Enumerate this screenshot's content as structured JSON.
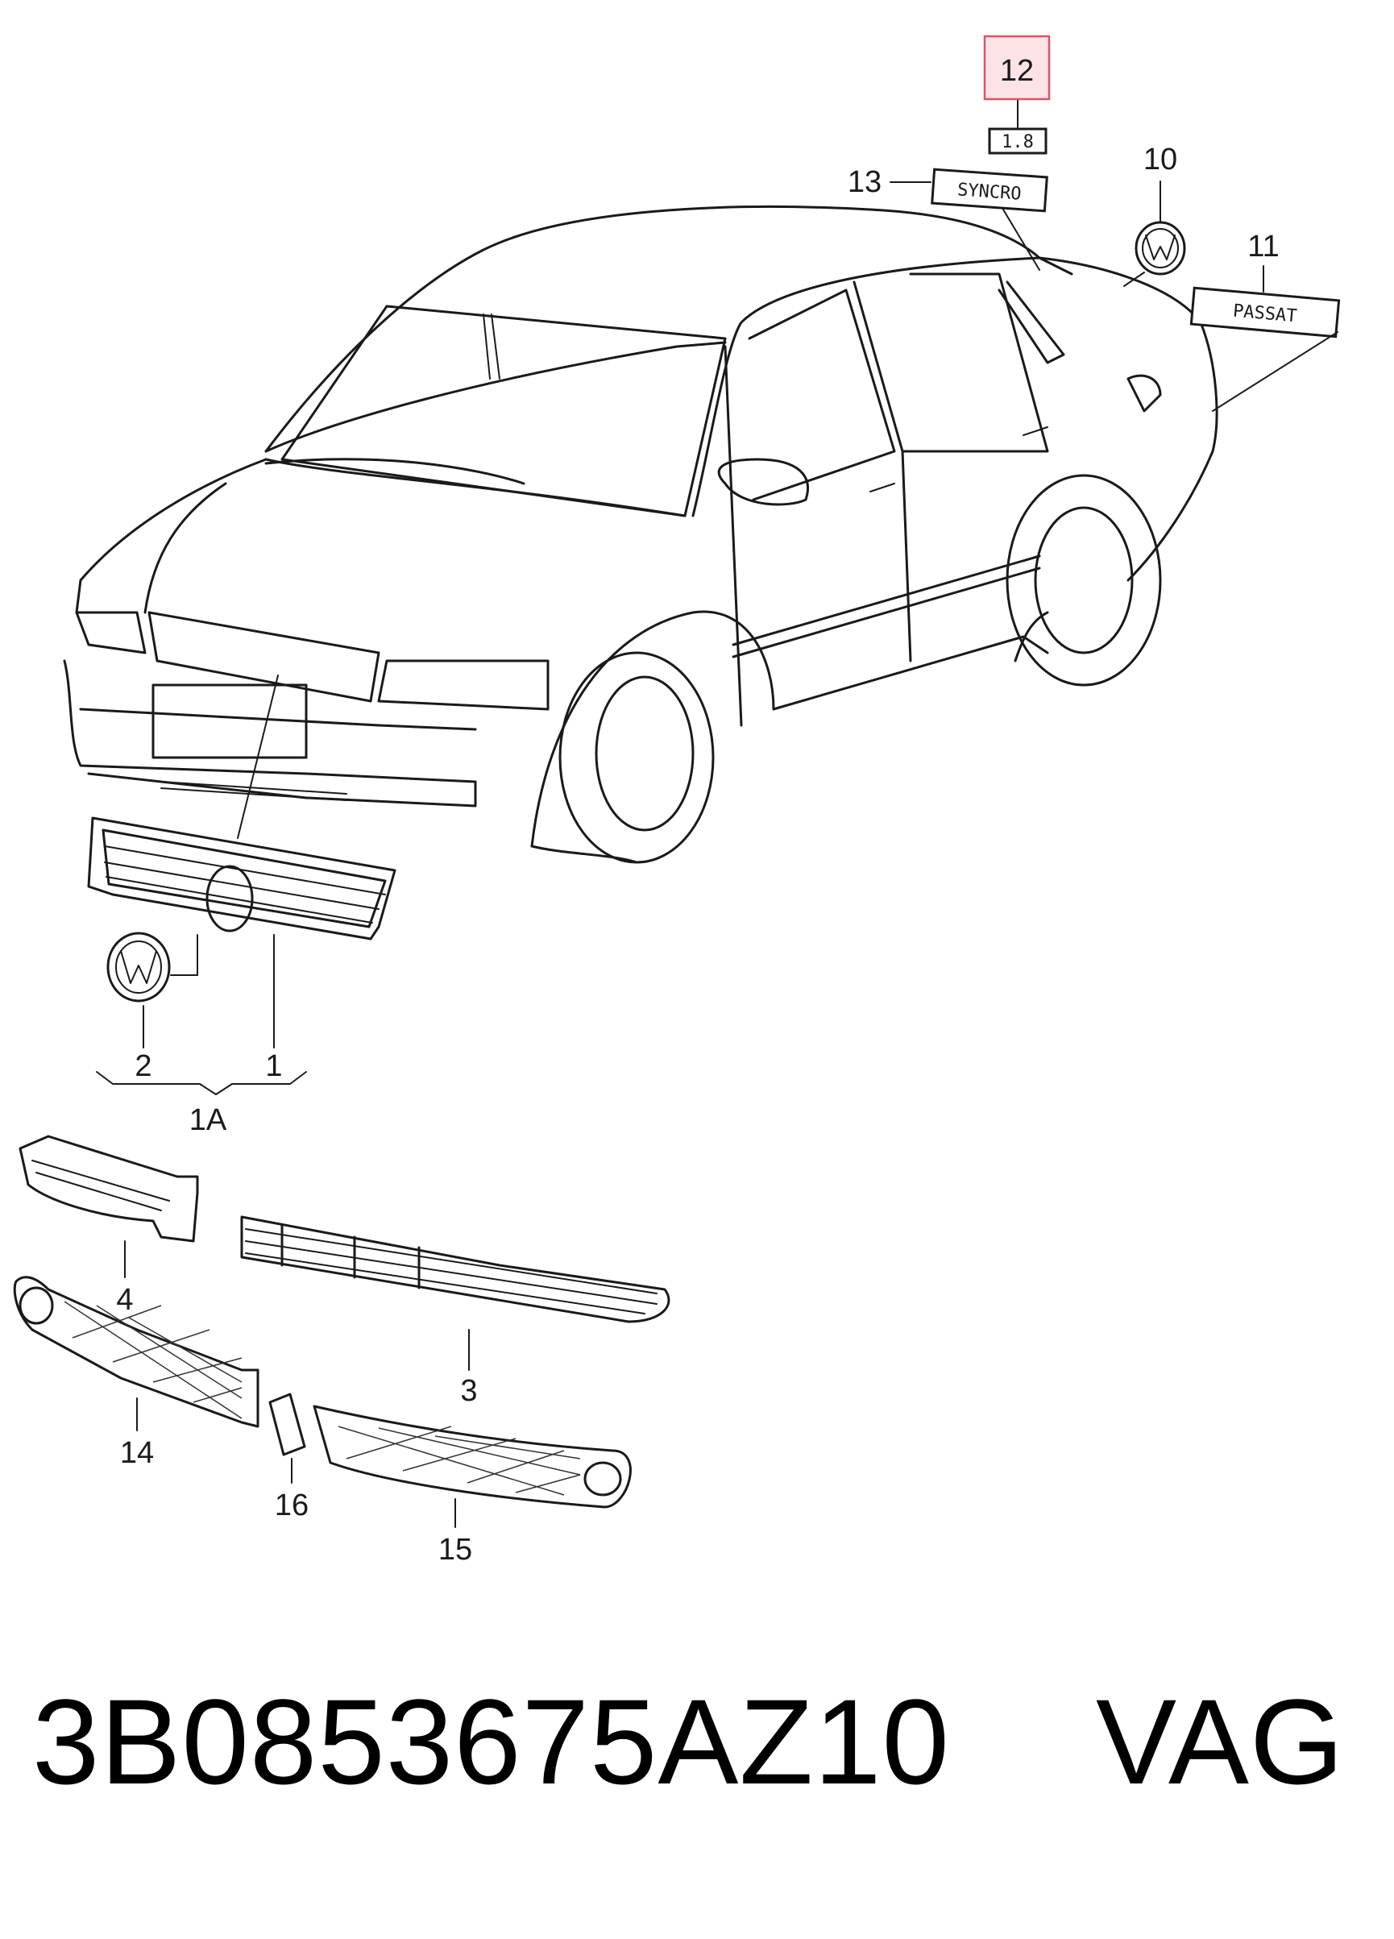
{
  "callouts": {
    "c1": "1",
    "c1a": "1A",
    "c2": "2",
    "c3": "3",
    "c4": "4",
    "c10": "10",
    "c11": "11",
    "c12": "12",
    "c13": "13",
    "c14": "14",
    "c15": "15",
    "c16": "16"
  },
  "badges": {
    "displacement": "1.8",
    "synchro": "SYNCRO",
    "model": "PASSAT"
  },
  "footer": {
    "part_number": "3B0853675AZ10",
    "brand": "VAG"
  },
  "highlight_color": "#fde3e6",
  "highlighted_callout": "12"
}
